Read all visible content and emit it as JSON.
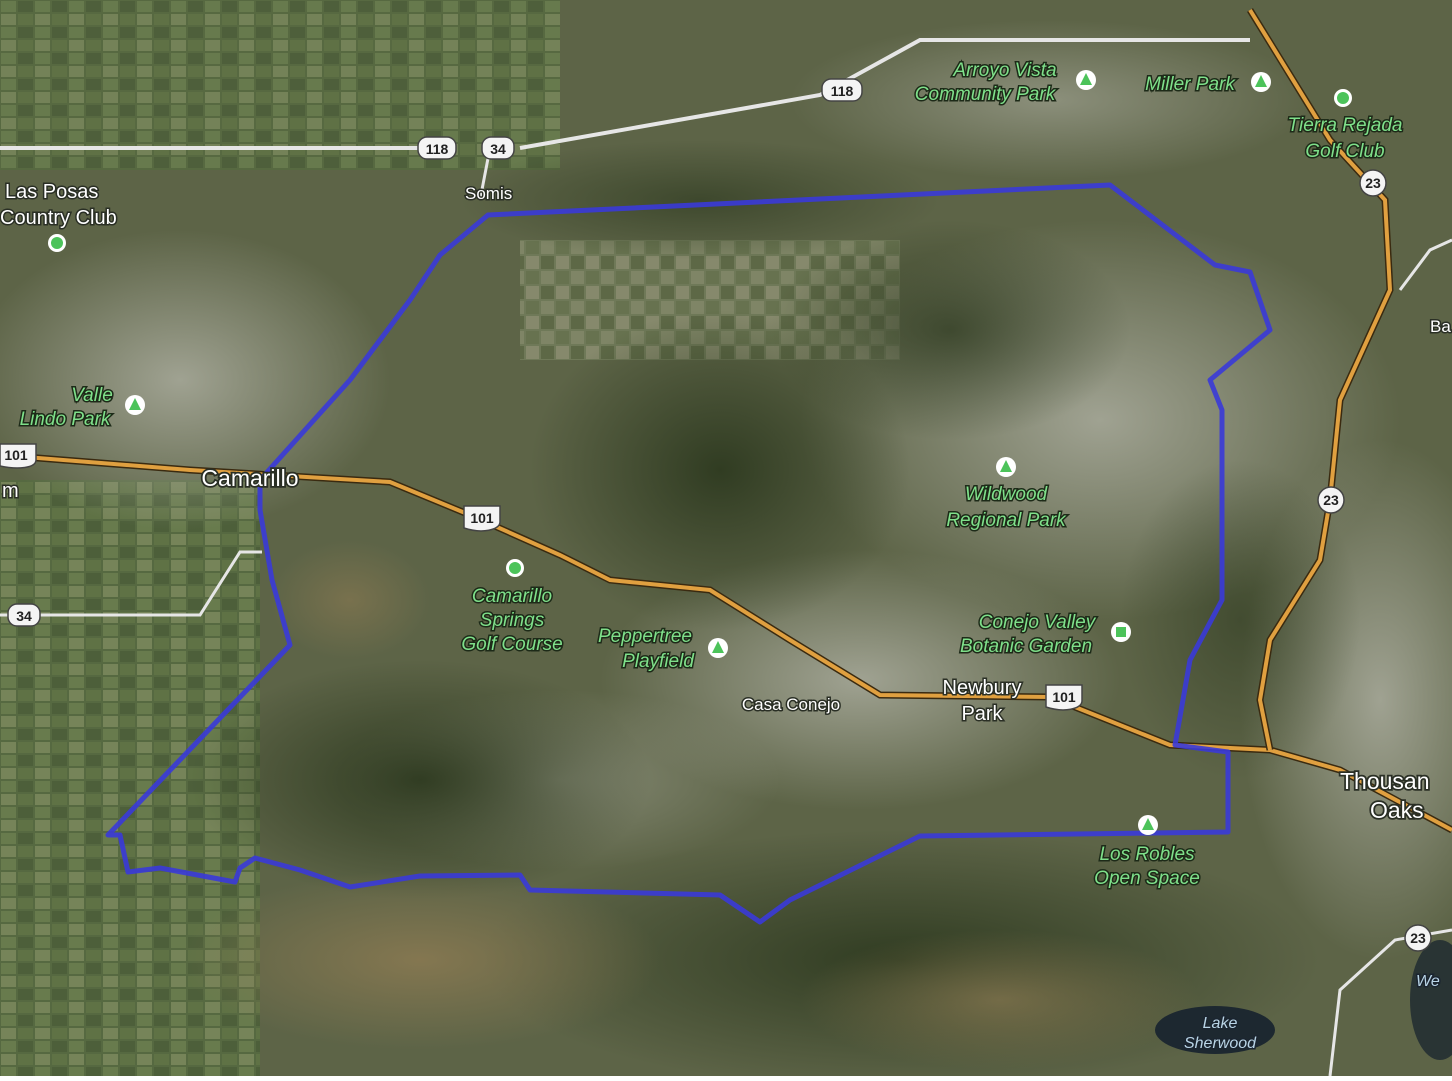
{
  "map": {
    "colors": {
      "boundary": "#3a3ad8",
      "freeway": "#e0a040",
      "highway": "#e6e6e6",
      "park_marker": "#4cc35a",
      "terrain_dark": "#3f4a2c",
      "terrain_light": "#9a9a86"
    },
    "labels": {
      "las_posas": [
        "Las Posas",
        "Country Club"
      ],
      "somis": "Somis",
      "arroyo_vista": [
        "Arroyo Vista",
        "Community Park"
      ],
      "miller_park": "Miller Park",
      "tierra_rejada": [
        "Tierra Rejada",
        "Golf Club"
      ],
      "valle_lindo": [
        "Valle",
        "Lindo Park"
      ],
      "camarillo": "Camarillo",
      "wildwood": [
        "Wildwood",
        "Regional Park"
      ],
      "camarillo_springs": [
        "Camarillo",
        "Springs",
        "Golf Course"
      ],
      "peppertree": [
        "Peppertree",
        "Playfield"
      ],
      "conejo_valley": [
        "Conejo Valley",
        "Botanic Garden"
      ],
      "newbury_park": [
        "Newbury",
        "Park"
      ],
      "casa_conejo": "Casa Conejo",
      "thousand_oaks": [
        "Thousan",
        "Oaks"
      ],
      "los_robles": [
        "Los Robles",
        "Open Space"
      ],
      "lake_sherwood": [
        "Lake",
        "Sherwood"
      ],
      "edge_m": "m",
      "edge_ba": "Ba",
      "edge_we": "We"
    },
    "shields": {
      "s118a": "118",
      "s118b": "118",
      "s34a": "34",
      "s34b": "34",
      "s101a": "101",
      "s101b": "101",
      "s101c": "101",
      "s23a": "23",
      "s23b": "23",
      "s23c": "23"
    },
    "icons": {
      "golf": "golf-marker-icon",
      "park": "park-marker-icon",
      "garden": "garden-marker-icon"
    }
  }
}
